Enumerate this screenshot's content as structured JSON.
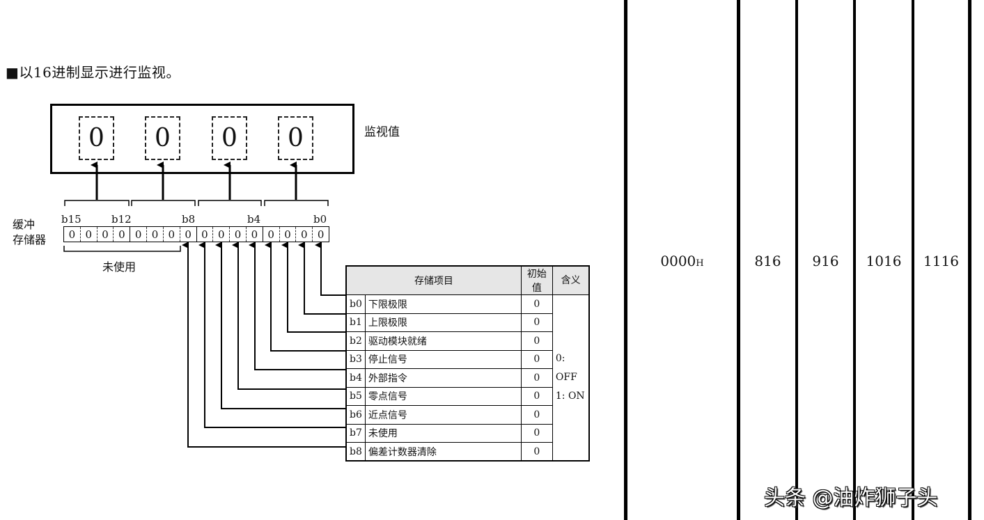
{
  "heading": "■以16进制显示进行监视。",
  "monitor": {
    "label": "监视值",
    "digits": [
      "0",
      "0",
      "0",
      "0"
    ]
  },
  "buffer": {
    "label_line1": "缓冲",
    "label_line2": "存储器",
    "bit_labels": [
      "b15",
      "b12",
      "b8",
      "b4",
      "b0"
    ],
    "bits": [
      "0",
      "0",
      "0",
      "0",
      "0",
      "0",
      "0",
      "0",
      "0",
      "0",
      "0",
      "0",
      "0",
      "0",
      "0",
      "0"
    ],
    "unused_label": "未使用"
  },
  "table": {
    "headers": {
      "item": "存储项目",
      "initial": "初始值",
      "meaning": "含义"
    },
    "rows": [
      {
        "bit": "b0",
        "name": "下限极限",
        "initial": "0"
      },
      {
        "bit": "b1",
        "name": "上限极限",
        "initial": "0"
      },
      {
        "bit": "b2",
        "name": "驱动模块就绪",
        "initial": "0"
      },
      {
        "bit": "b3",
        "name": "停止信号",
        "initial": "0"
      },
      {
        "bit": "b4",
        "name": "外部指令",
        "initial": "0"
      },
      {
        "bit": "b5",
        "name": "零点信号",
        "initial": "0"
      },
      {
        "bit": "b6",
        "name": "近点信号",
        "initial": "0"
      },
      {
        "bit": "b7",
        "name": "未使用",
        "initial": "0"
      },
      {
        "bit": "b8",
        "name": "偏差计数器清除",
        "initial": "0"
      }
    ],
    "meaning_line1": "0: OFF",
    "meaning_line2": "1: ON"
  },
  "right_table": {
    "default_value": "0000",
    "default_suffix": "H",
    "addresses": [
      "816",
      "916",
      "1016",
      "1116"
    ]
  },
  "watermark": "头条 @油炸狮子头"
}
